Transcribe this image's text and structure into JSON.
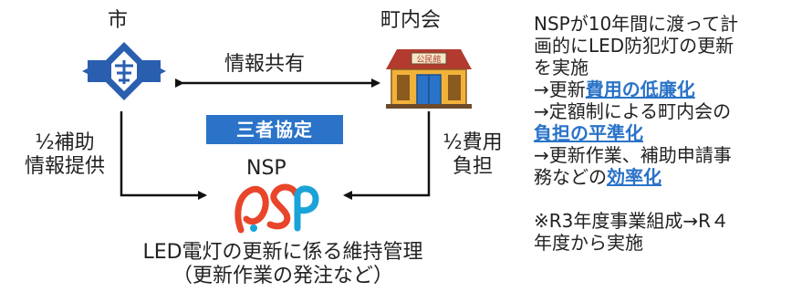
{
  "diagram": {
    "city_label": "市",
    "council_label": "町内会",
    "info_share_label": "情報共有",
    "agreement_badge": "三者協定",
    "nsp_label": "NSP",
    "left_flow_line1": "½補助",
    "left_flow_line2": "情報提供",
    "right_flow_line1": "½費用",
    "right_flow_line2": "負担",
    "bottom_line1": "LED電灯の更新に係る維持管理",
    "bottom_line2": "（更新作業の発注など）",
    "hall_sign_text": "公民館"
  },
  "notes": {
    "line1": "NSPが10年間に渡って計",
    "line2": "画的にLED防犯灯の更新",
    "line3": "を実施",
    "line4_prefix": "→更新",
    "line4_highlight": "費用の低廉化",
    "line5": "→定額制による町内会の",
    "line6_highlight": "負担の平準化",
    "line7": "→更新作業、補助申請事",
    "line8_prefix": "務などの",
    "line8_highlight": "効率化",
    "footnote_line1": "※R3年度事業組成→R４",
    "footnote_line2": "年度から実施"
  },
  "colors": {
    "accent": "#2a73c8",
    "arrow": "#111111",
    "city_emblem": "#2a5fb0",
    "logo_red": "#e8452a",
    "logo_blue": "#1aa3d9"
  },
  "icons": {
    "city": "city-emblem-icon",
    "council": "community-hall-icon",
    "nsp": "nsp-logo-icon"
  }
}
